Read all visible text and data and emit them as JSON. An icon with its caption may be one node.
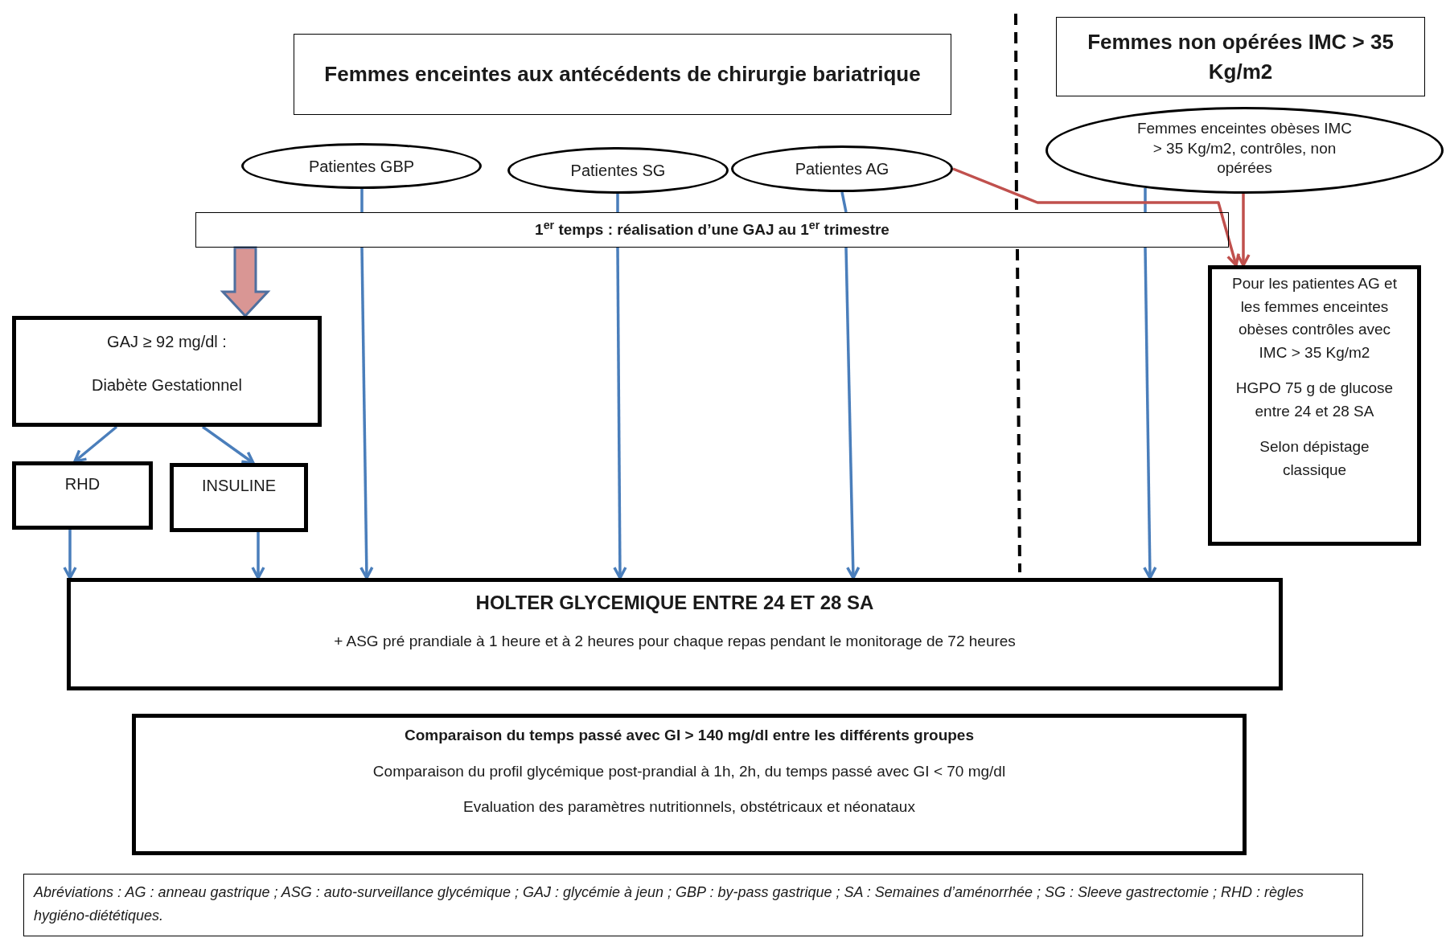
{
  "diagram": {
    "nodes": [
      {
        "text": [
          "Femmes enceintes aux antécédents de chirurgie bariatrique"
        ]
      },
      {
        "text": [
          "Femmes non opérées IMC > 35 Kg/m2"
        ]
      },
      {
        "text": [
          "Patientes GBP"
        ]
      },
      {
        "text": [
          "Patientes SG"
        ]
      },
      {
        "text": [
          "Patientes AG"
        ]
      },
      {
        "text": [
          "Femmes enceintes obèses IMC > 35 Kg/m2, contrôles, non opérées"
        ]
      },
      {
        "text": [
          "1$^{er}$ temps : réalisation d’une GAJ au 1$^{er}$ trimestre"
        ]
      },
      {
        "text": [
          "GAJ ≥ 92 mg/dl :",
          "Diabète Gestationnel"
        ]
      },
      {
        "text": [
          "RHD"
        ]
      },
      {
        "text": [
          "INSULINE"
        ]
      },
      {
        "text": [
          "Pour les patientes AG et les femmes enceintes obèses contrôles avec IMC > 35 Kg/m2",
          "HGPO 75 g de glucose entre 24 et 28 SA",
          "Selon dépistage classique"
        ]
      },
      {
        "text": [
          "HOLTER GLYCEMIQUE ENTRE 24 ET 28 SA",
          "+ ASG pré prandiale  à 1 heure et à 2 heures pour chaque repas pendant le monitorage de 72 heures"
        ]
      },
      {
        "text": [
          "Comparaison du temps passé avec GI > 140 mg/dl entre les différents groupes",
          "Comparaison du profil glycémique post-prandial à 1h, 2h, du temps passé avec GI < 70 mg/dl",
          "Evaluation des paramètres nutritionnels, obstétricaux et néonataux"
        ]
      },
      {
        "text": [
          "Abréviations : AG : anneau gastrique ; ASG : auto-surveillance glycémique ; GAJ : glycémie à jeun ; GBP : by-pass gastrique ; SA : Semaines d’aménorrhée ; SG : Sleeve gastrectomie ; RHD : règles hygiéno-diététiques."
        ]
      }
    ],
    "edges": [
      {
        "from": 6,
        "to": 7,
        "arrow": "to",
        "style": "thick",
        "color": "#d99694"
      },
      {
        "from": 7,
        "to": 8,
        "arrow": "to"
      },
      {
        "from": 7,
        "to": 9,
        "arrow": "to"
      },
      {
        "from": 8,
        "to": 11,
        "arrow": "to"
      },
      {
        "from": 9,
        "to": 11,
        "arrow": "to"
      },
      {
        "from": 2,
        "to": 6,
        "arrow": "none"
      },
      {
        "from": 6,
        "to": 11,
        "arrow": "to"
      },
      {
        "from": 3,
        "to": 6,
        "arrow": "none"
      },
      {
        "from": 6,
        "to": 11,
        "arrow": "to"
      },
      {
        "from": 4,
        "to": 6,
        "arrow": "none"
      },
      {
        "from": 6,
        "to": 11,
        "arrow": "to"
      },
      {
        "from": 5,
        "to": 6,
        "arrow": "none"
      },
      {
        "from": 6,
        "to": 11,
        "arrow": "to"
      },
      {
        "from": 4,
        "to": 10,
        "arrow": "to",
        "color": "#c0504d"
      },
      {
        "from": 5,
        "to": 10,
        "arrow": "to",
        "color": "#c0504d"
      }
    ]
  }
}
